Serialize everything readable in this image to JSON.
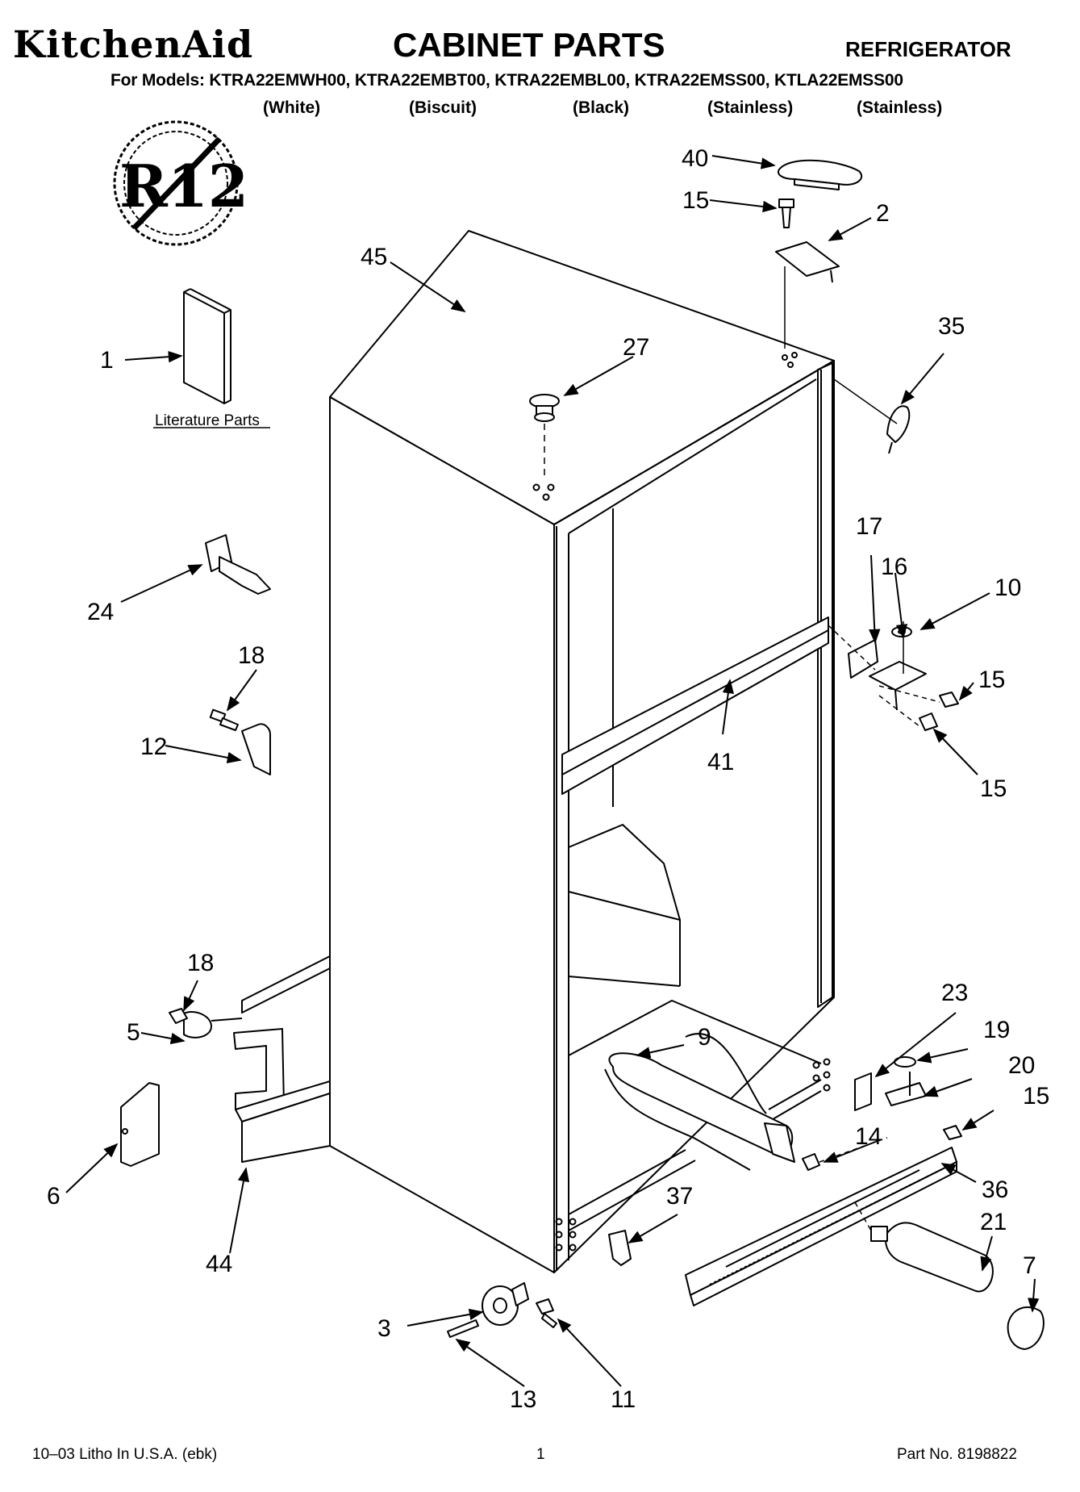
{
  "header": {
    "brand": "KitchenAid",
    "title": "CABINET PARTS",
    "category": "REFRIGERATOR",
    "models_line": "For Models: KTRA22EMWH00, KTRA22EMBT00, KTRA22EMBL00, KTRA22EMSS00, KTLA22EMSS00",
    "variants": [
      "(White)",
      "(Biscuit)",
      "(Black)",
      "(Stainless)",
      "(Stainless)"
    ]
  },
  "badge": {
    "text": "R12"
  },
  "literature_label": "Literature Parts",
  "callouts": {
    "c1": "1",
    "c2": "2",
    "c3": "3",
    "c5": "5",
    "c6": "6",
    "c7": "7",
    "c9": "9",
    "c10": "10",
    "c11": "11",
    "c12": "12",
    "c13": "13",
    "c14": "14",
    "c15a": "15",
    "c15b": "15",
    "c15c": "15",
    "c15d": "15",
    "c16": "16",
    "c17": "17",
    "c18a": "18",
    "c18b": "18",
    "c19": "19",
    "c20": "20",
    "c21": "21",
    "c23": "23",
    "c24": "24",
    "c27": "27",
    "c35": "35",
    "c36": "36",
    "c37": "37",
    "c40": "40",
    "c41": "41",
    "c44": "44",
    "c45": "45"
  },
  "footer": {
    "left": "10–03 Litho In U.S.A. (ebk)",
    "page": "1",
    "part": "Part No. 8198822"
  }
}
